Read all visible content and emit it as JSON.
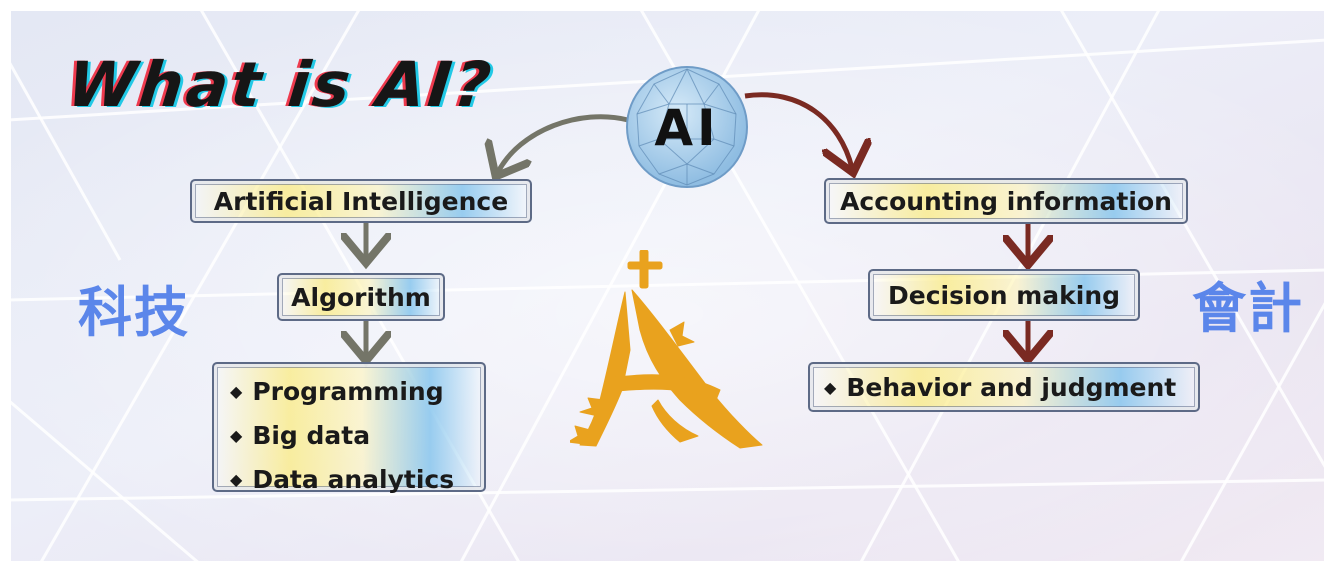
{
  "title": "What is AI?",
  "center_node": "AI",
  "left_branch": {
    "side_label": "科技",
    "top": "Artificial Intelligence",
    "middle": "Algorithm",
    "items": [
      "Programming",
      "Big data",
      "Data analytics"
    ]
  },
  "right_branch": {
    "side_label": "會計",
    "top": "Accounting information",
    "middle": "Decision making",
    "items": [
      "Behavior and judgment"
    ]
  },
  "colors": {
    "left_arrow": "#747568",
    "right_arrow": "#7a2a22",
    "side_label": "#5b86ea",
    "mascot": "#e9a21e",
    "ball": "#a8cdea"
  }
}
